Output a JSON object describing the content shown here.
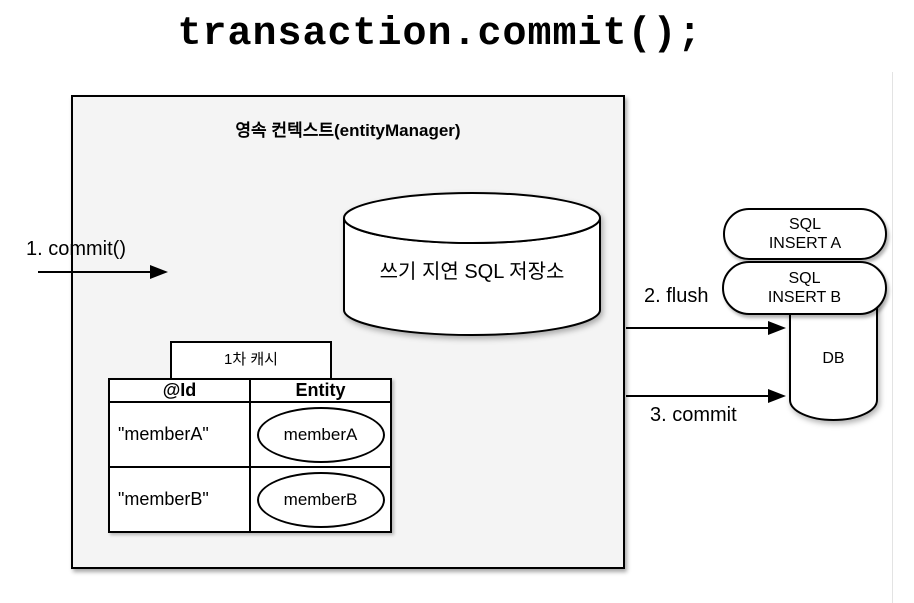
{
  "title": "transaction.commit();",
  "persistence_context": {
    "label": "영속 컨텍스트(entityManager)",
    "sql_store_label": "쓰기 지연 SQL 저장소",
    "cache": {
      "tab_label": "1차 캐시",
      "columns": {
        "id": "@Id",
        "entity": "Entity"
      },
      "rows": [
        {
          "id": "\"memberA\"",
          "entity": "memberA"
        },
        {
          "id": "\"memberB\"",
          "entity": "memberB"
        }
      ]
    }
  },
  "steps": {
    "commit1": "1. commit()",
    "flush": "2. flush",
    "commit3": "3. commit"
  },
  "database": {
    "sql_insert_a": {
      "line1": "SQL",
      "line2": "INSERT A"
    },
    "sql_insert_b": {
      "line1": "SQL",
      "line2": "INSERT B"
    },
    "db_label": "DB"
  },
  "colors": {
    "box_fill": "#f4f4f4",
    "shape_fill": "#ffffff",
    "line": "#000000",
    "page_divider": "#e3e3e3"
  }
}
